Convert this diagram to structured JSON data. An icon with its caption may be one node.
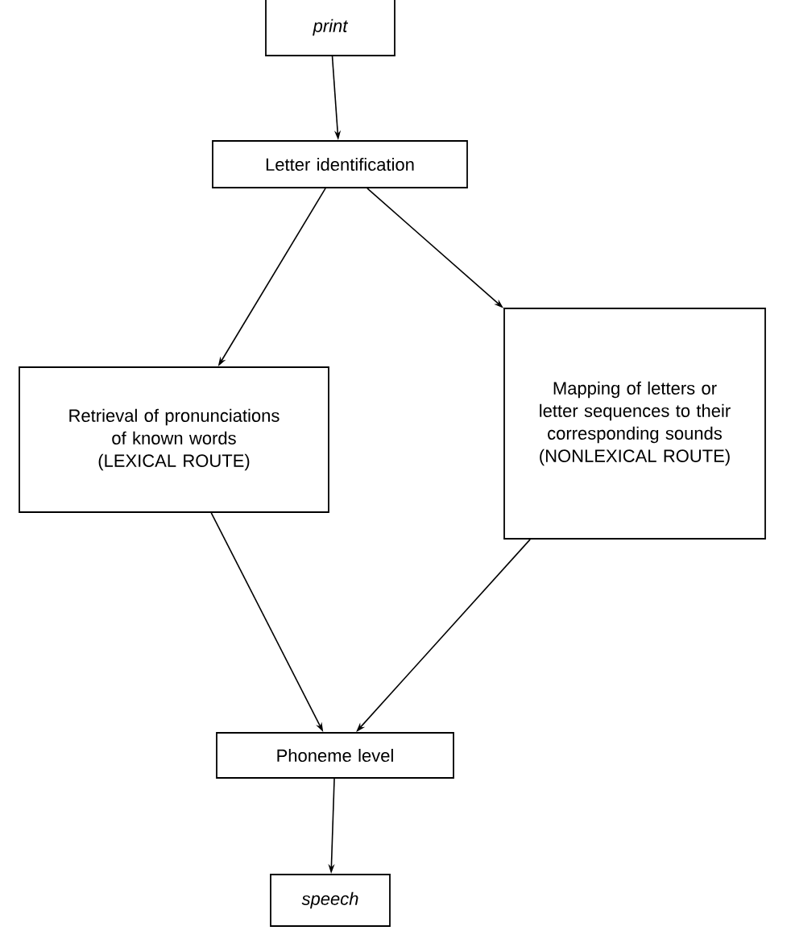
{
  "diagram": {
    "nodes": [
      {
        "text": [
          "print"
        ]
      },
      {
        "text": [
          "Letter identification"
        ]
      },
      {
        "text": [
          "Retrieval of pronunciations of known words (LEXICAL ROUTE)"
        ]
      },
      {
        "text": [
          "Mapping of letters or letter sequences to their corresponding sounds (NONLEXICAL ROUTE)"
        ]
      },
      {
        "text": [
          "Phoneme level"
        ]
      },
      {
        "text": [
          "speech"
        ]
      }
    ],
    "edges": [
      {
        "from": 0,
        "to": 1,
        "arrow": "to"
      },
      {
        "from": 1,
        "to": 2,
        "arrow": "to"
      },
      {
        "from": 1,
        "to": 3,
        "arrow": "to"
      },
      {
        "from": 2,
        "to": 4,
        "arrow": "to"
      },
      {
        "from": 3,
        "to": 4,
        "arrow": "to"
      },
      {
        "from": 4,
        "to": 5,
        "arrow": "to"
      }
    ]
  }
}
